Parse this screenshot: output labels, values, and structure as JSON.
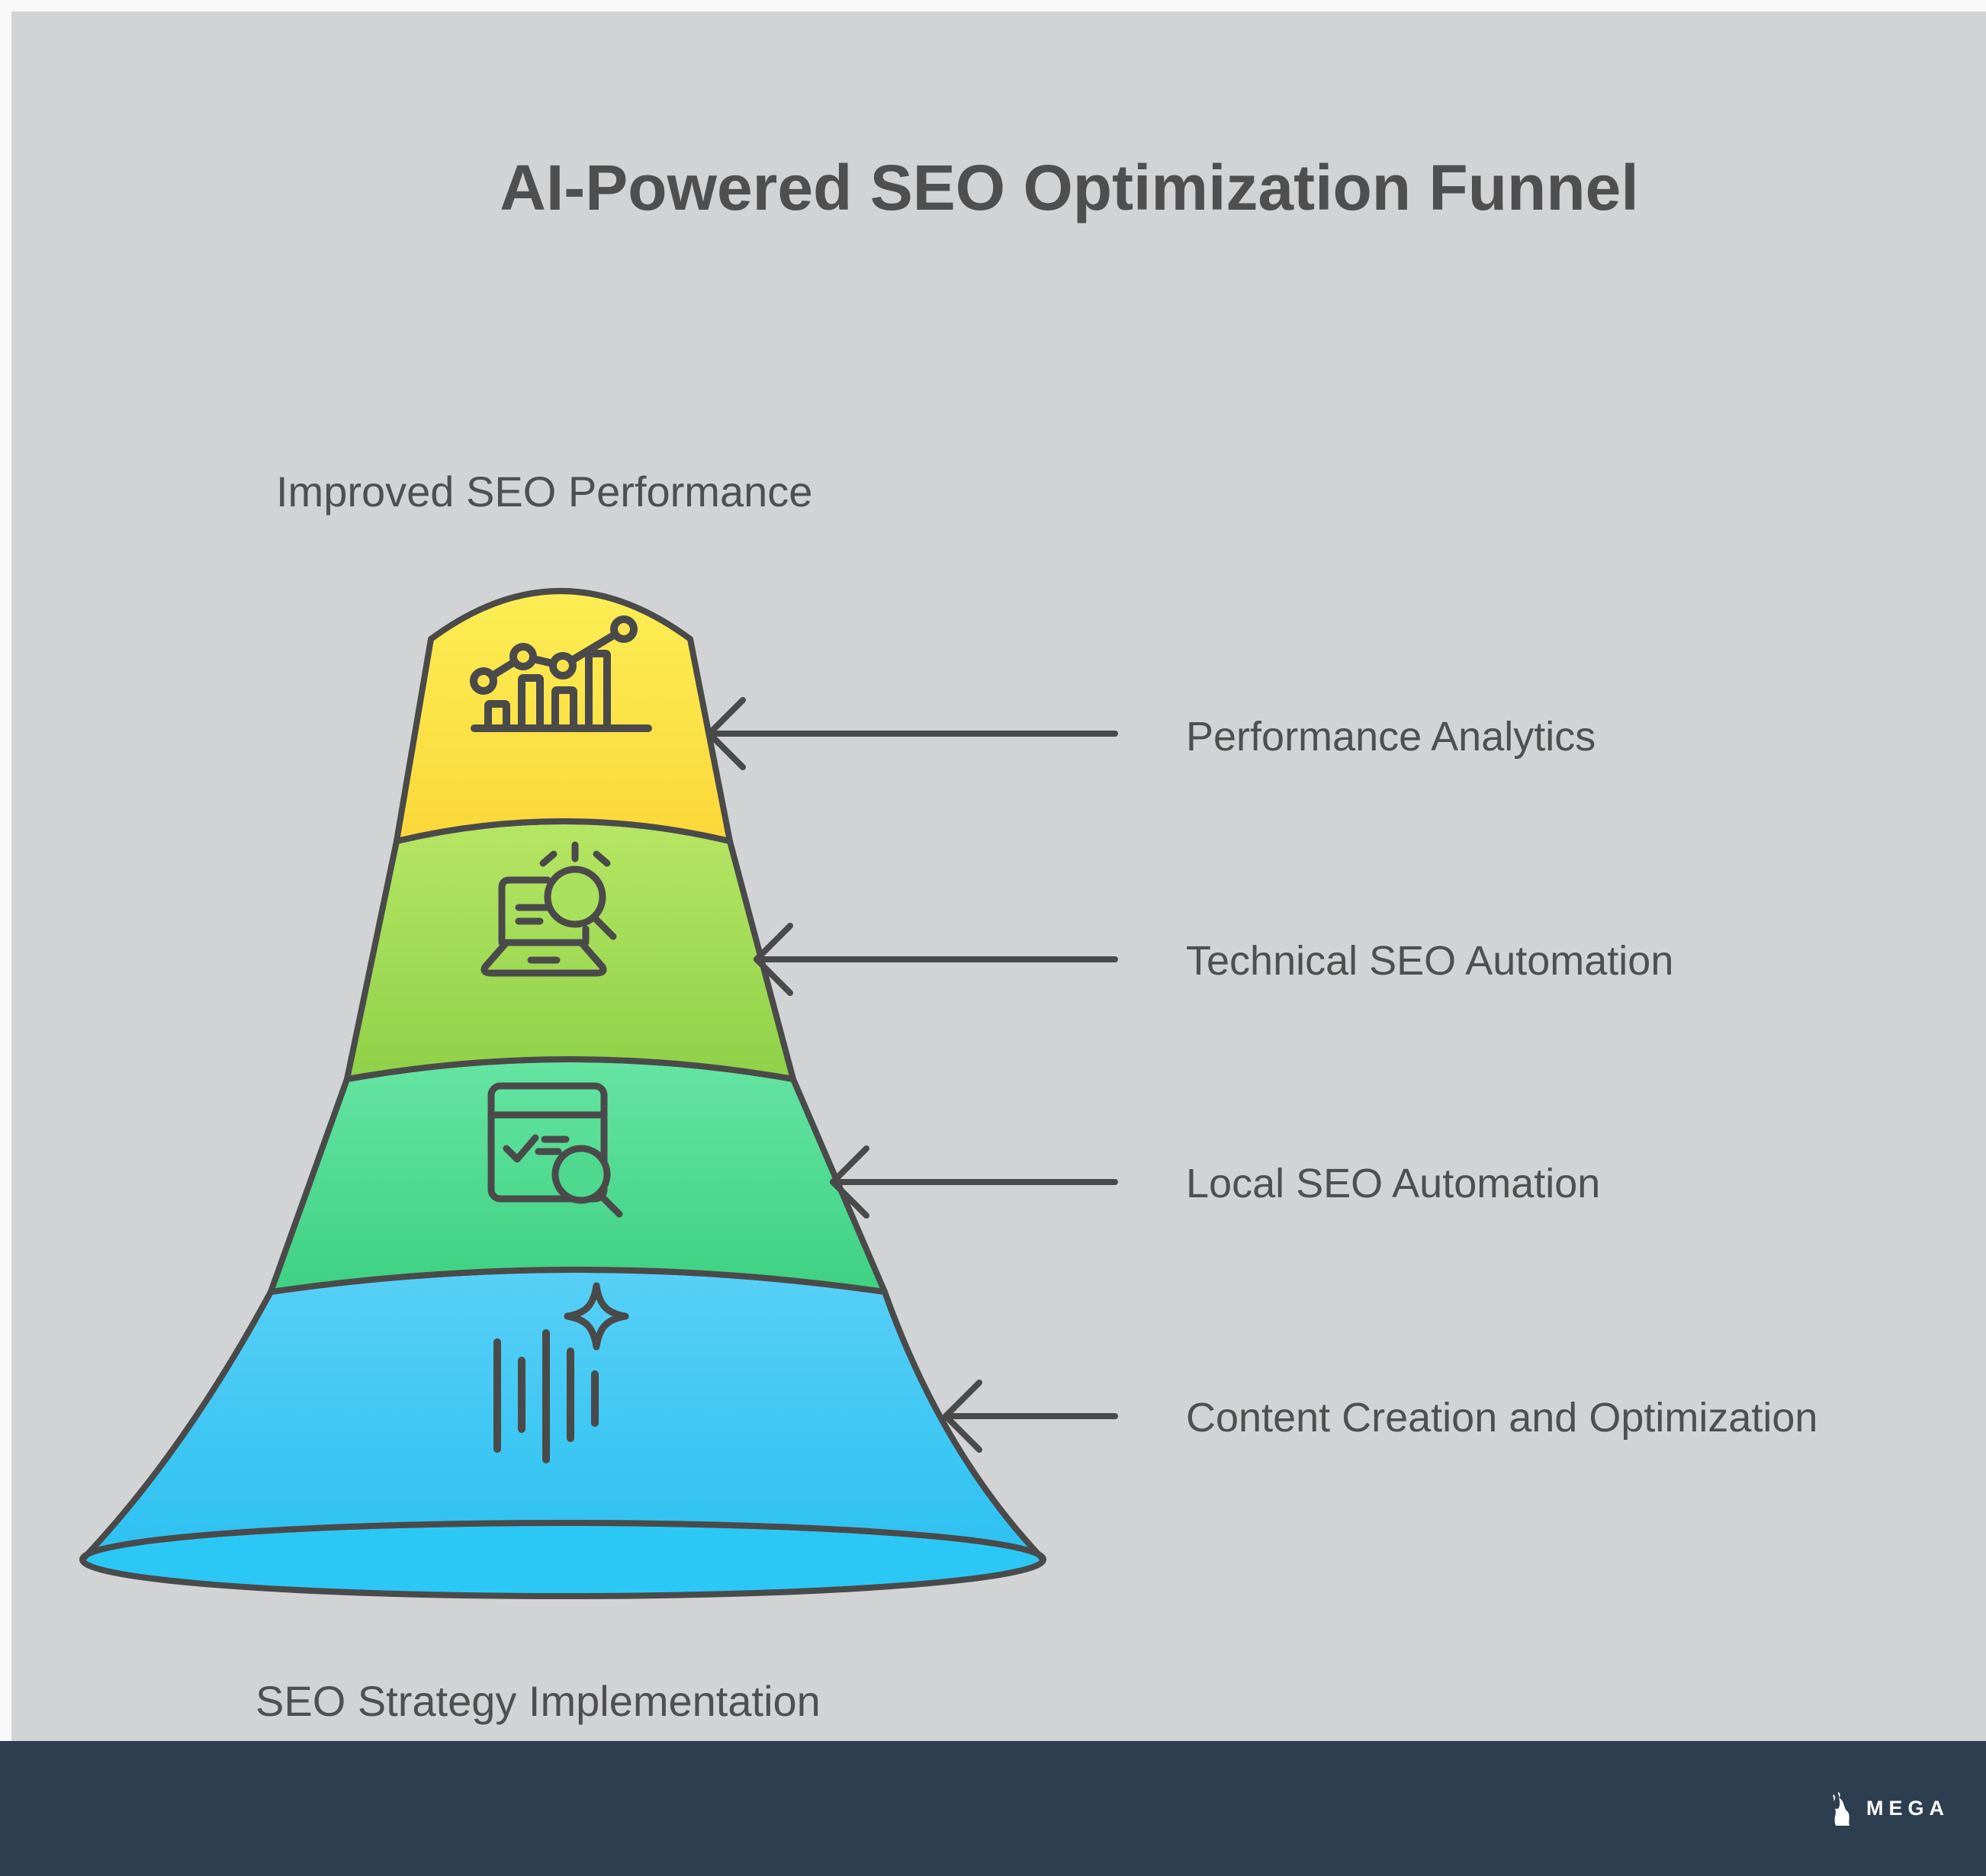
{
  "title": "AI-Powered SEO Optimization Funnel",
  "funnel": {
    "top_caption": "Improved SEO Performance",
    "bottom_caption": "SEO Strategy Implementation",
    "stages": [
      {
        "label": "Performance Analytics",
        "icon": "analytics-chart-icon",
        "fill_top": "#FBEE55",
        "fill_bottom": "#FCD839"
      },
      {
        "label": "Technical SEO Automation",
        "icon": "laptop-search-icon",
        "fill_top": "#B9E766",
        "fill_bottom": "#8FD148"
      },
      {
        "label": "Local SEO Automation",
        "icon": "browser-check-search-icon",
        "fill_top": "#68E6A4",
        "fill_bottom": "#3ED183"
      },
      {
        "label": "Content Creation and Optimization",
        "icon": "sparkle-content-icon",
        "fill_top": "#5BD1F7",
        "fill_bottom": "#27BFF0"
      }
    ]
  },
  "footer": {
    "brand": "MEGA",
    "logo_icon": "mega-lion-icon"
  },
  "colors": {
    "background": "#d2d3d4",
    "page_edge": "#f8f8f8",
    "outline": "#4a4a4a",
    "text": "#4f4f4f",
    "footer_bg": "#2d3e50",
    "footer_text": "#ffffff",
    "ellipse_fill": "#2cc8f5",
    "yellow_mid": "#fce24a",
    "green_mid": "#a9e05c",
    "mint_mid": "#4fd98f"
  }
}
